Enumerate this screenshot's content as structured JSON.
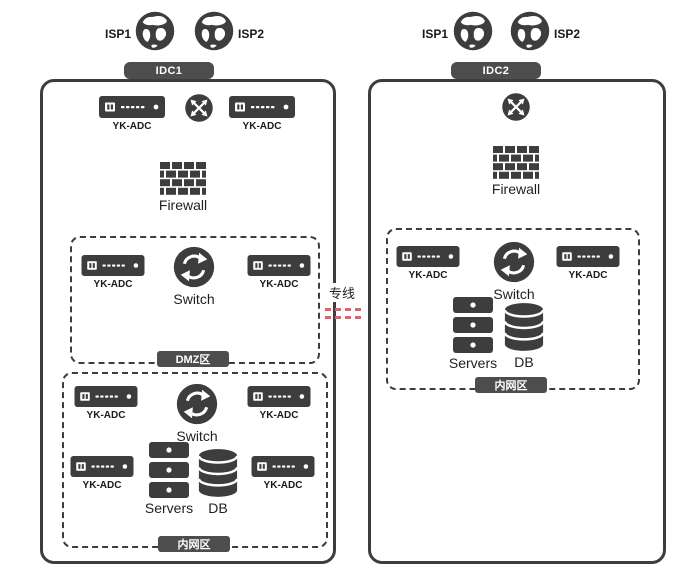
{
  "colors": {
    "device_dark": "#3d3d3d",
    "badge_bg": "#4d4d4d",
    "link_red": "#e4606d",
    "label_text": "#1a1a1a"
  },
  "labels": {
    "yk_adc": "YK-ADC",
    "firewall": "Firewall",
    "switch": "Switch",
    "servers": "Servers",
    "db": "DB"
  },
  "idc1": {
    "title": "IDC1",
    "isp_left": "ISP1",
    "isp_right": "ISP2",
    "dmz_zone": "DMZ区",
    "intranet_zone": "内网区"
  },
  "idc2": {
    "title": "IDC2",
    "isp_left": "ISP1",
    "isp_right": "ISP2",
    "intranet_zone": "内网区"
  },
  "link": {
    "label": "专线"
  }
}
